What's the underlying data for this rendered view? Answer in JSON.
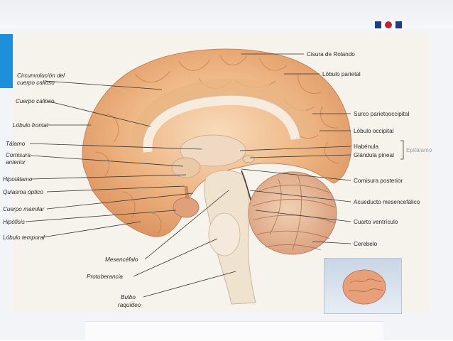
{
  "labels_right": [
    "Cisura de Rolando",
    "Lóbulo parietal",
    "Surco parietooccipital",
    "Lóbulo occipital",
    "Habénula",
    "Glándula pineal",
    "Comisura posterior",
    "Acueducto mesencefálico",
    "Cuarto ventrículo",
    "Cerebelo"
  ],
  "labels_left": [
    "Circunvolución del",
    "cuerpo calloso",
    "Cuerpo calloso",
    "Lóbulo frontal",
    "Tálamo",
    "Comisura",
    "anterior",
    "Hipotálamo",
    "Quiasma óptico",
    "Cuerpo mamilar",
    "Hipófisis",
    "Lóbulo temporal"
  ],
  "labels_bottom": [
    "Mesencéfalo",
    "Protuberancia",
    "Bulbo",
    "raquídeo"
  ],
  "bracket_label": "Epitálamo",
  "colors": {
    "accent": "#1e8fd9",
    "cortex": "#e6a772",
    "brainstem": "#efe2cf"
  }
}
